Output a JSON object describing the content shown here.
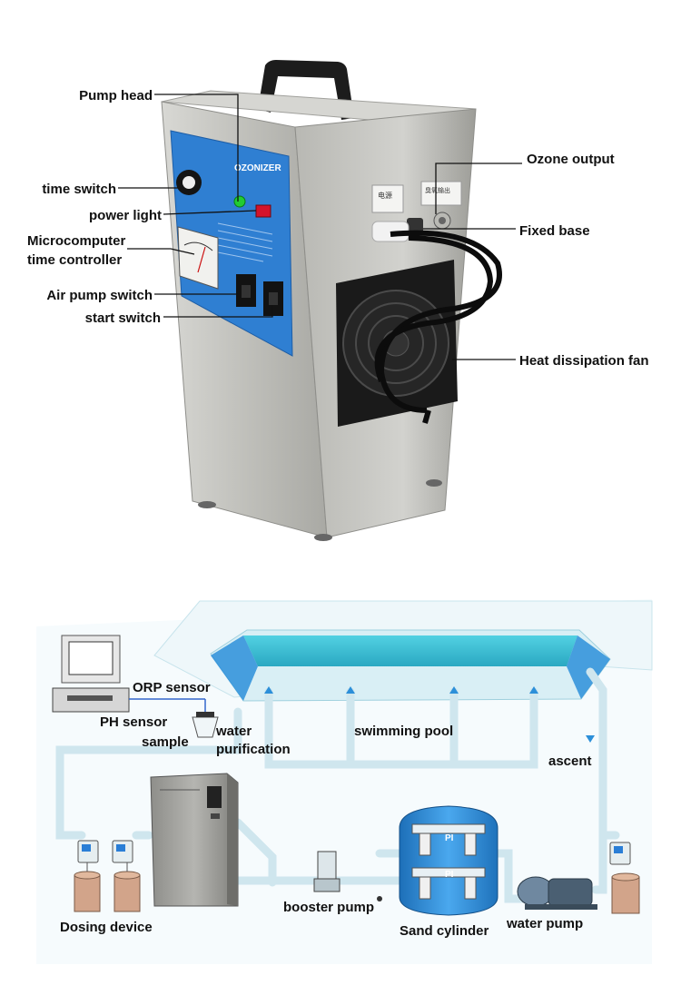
{
  "machine": {
    "panel_brand": "OZONIZER",
    "label_power_cn": "电源",
    "label_ozone_cn": "臭氧输出"
  },
  "callouts": {
    "pump_head": "Pump head",
    "time_switch": "time switch",
    "power_light": "power light",
    "microcomputer_line1": "Microcomputer",
    "microcomputer_line2": "time controller",
    "air_pump_switch": "Air pump switch",
    "start_switch": "start switch",
    "ozone_output": "Ozone output",
    "fixed_base": "Fixed base",
    "heat_fan": "Heat dissipation fan"
  },
  "system": {
    "orp_sensor": "ORP sensor",
    "ph_sensor": "PH sensor",
    "sample": "sample",
    "water_purification_line1": "water",
    "water_purification_line2": "purification",
    "swimming_pool": "swimming pool",
    "ascent": "ascent",
    "booster_pump": "booster pump",
    "sand_cylinder": "Sand cylinder",
    "water_pump": "water pump",
    "dosing_device": "Dosing device",
    "gauge_label": "PI"
  },
  "colors": {
    "panel_blue": "#2f7fd2",
    "pool_water": "#3cbcd2",
    "sand_tank": "#2e8fd8",
    "steel": "#c4c4c0",
    "fan_black": "#1a1a1a",
    "power_light": "#22cc33",
    "start_button": "#d4132a"
  }
}
